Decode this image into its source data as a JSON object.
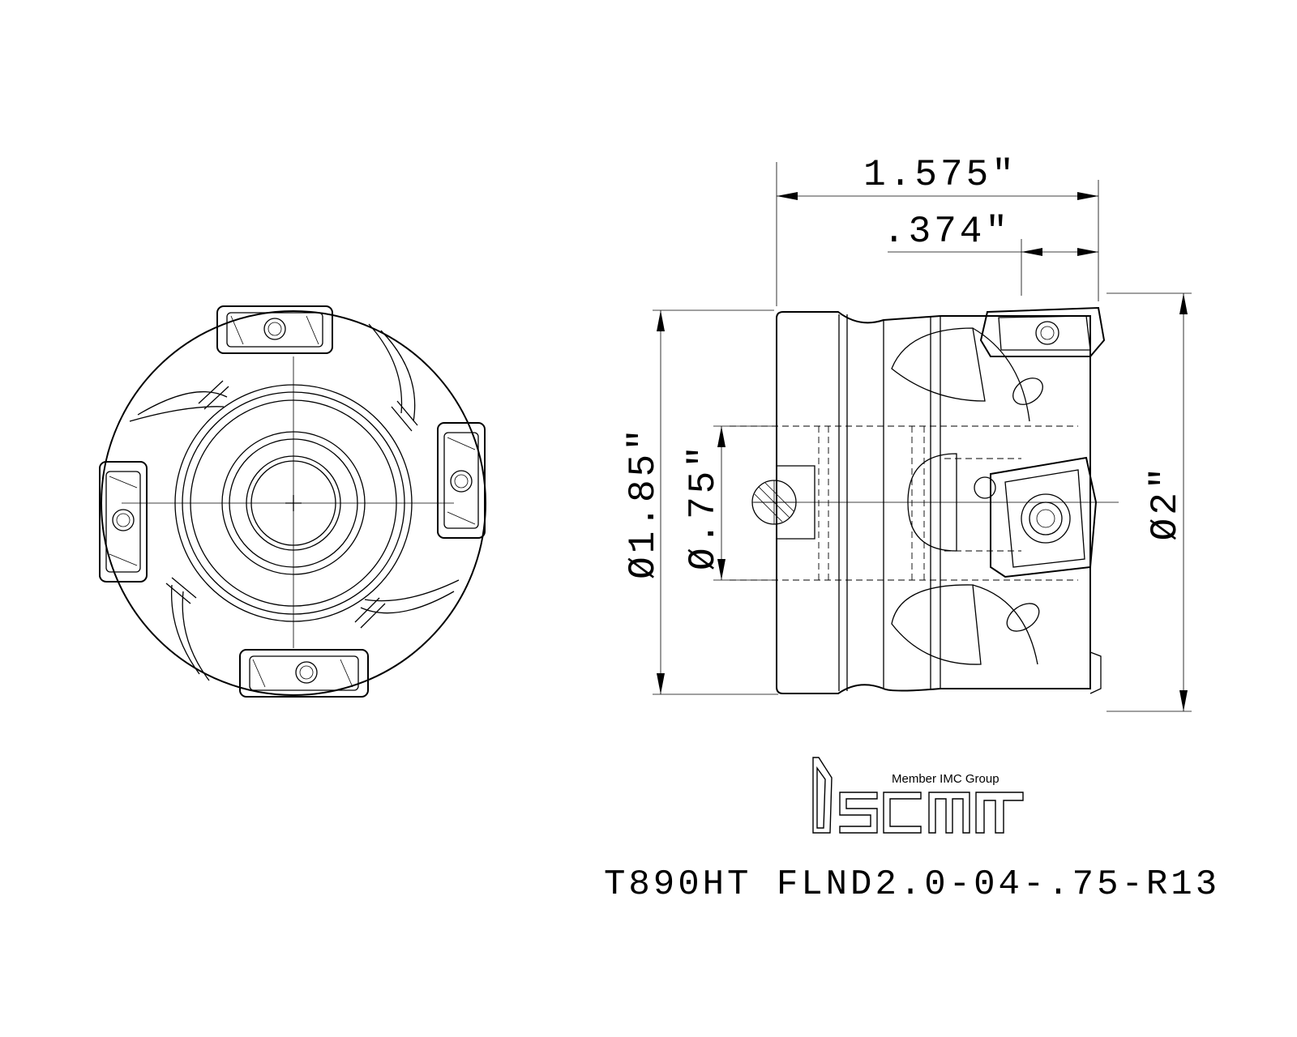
{
  "drawing": {
    "dimensions": {
      "overall_length": "1.575\"",
      "insert_length": ".374\"",
      "body_diameter": "Ø1.85\"",
      "bore_diameter": "Ø.75\"",
      "cutting_diameter": "Ø2\""
    },
    "logo": {
      "tagline": "Member IMC Group"
    },
    "title": "T890HT FLND2.0-04-.75-R13"
  }
}
